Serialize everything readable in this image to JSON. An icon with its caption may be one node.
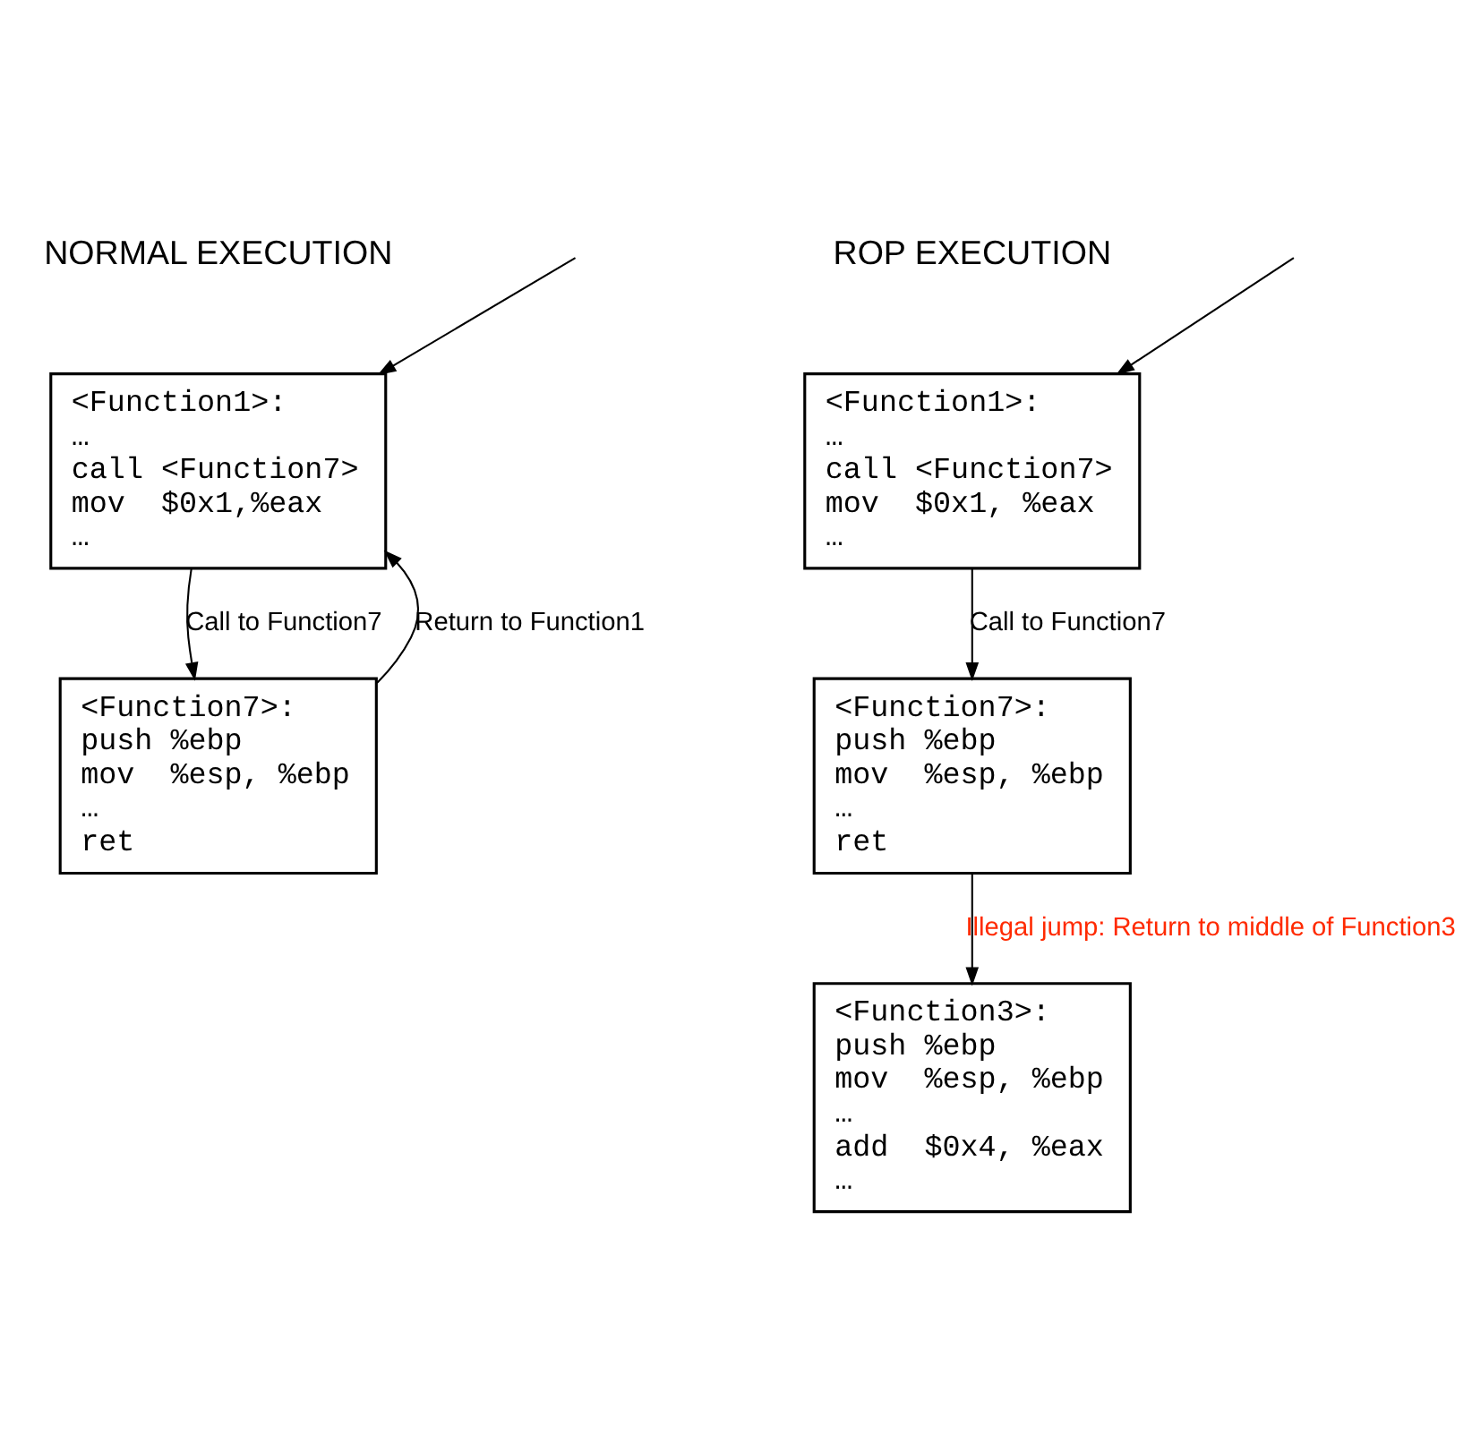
{
  "diagram": {
    "nodes": [
      {
        "text": [
          "<Function1>:",
          "…",
          "call <Function7>",
          "mov  $0x1,%eax",
          "…"
        ]
      },
      {
        "text": [
          "<Function7>:",
          "push %ebp",
          "mov  %esp, %ebp",
          "…",
          "ret"
        ]
      },
      {
        "text": [
          "<Function1>:",
          "…",
          "call <Function7>",
          "mov  $0x1, %eax",
          "…"
        ]
      },
      {
        "text": [
          "<Function7>:",
          "push %ebp",
          "mov  %esp, %ebp",
          "…",
          "ret"
        ]
      },
      {
        "text": [
          "<Function3>:",
          "push %ebp",
          "mov  %esp, %ebp",
          "…",
          "add  $0x4, %eax",
          "…"
        ]
      }
    ],
    "edges": [
      {
        "from": null,
        "to": 0,
        "arrow": "to"
      },
      {
        "from": 0,
        "to": 1,
        "arrow": "to",
        "label": "Call to Function7"
      },
      {
        "from": 1,
        "to": 0,
        "arrow": "to",
        "label": "Return to Function1"
      },
      {
        "from": null,
        "to": 2,
        "arrow": "to"
      },
      {
        "from": 2,
        "to": 3,
        "arrow": "to",
        "label": "Call to Function7"
      },
      {
        "from": 3,
        "to": 4,
        "arrow": "to",
        "label": "Illegal jump: Return to middle of Function3"
      }
    ],
    "labels": [
      "NORMAL EXECUTION",
      "ROP EXECUTION"
    ]
  }
}
